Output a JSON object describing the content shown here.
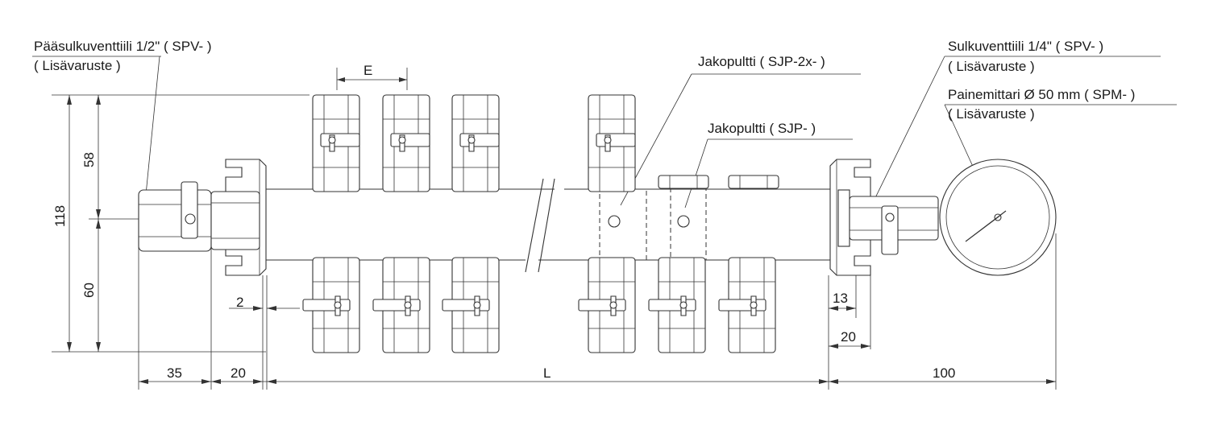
{
  "labels": {
    "main_valve": "Pääsulkuventtiili 1/2\"  ( SPV- )",
    "main_valve_note": "( Lisävaruste )",
    "shutoff_valve": "Sulkuventtiili 1/4\"  ( SPV- )",
    "shutoff_valve_note": "( Lisävaruste )",
    "gauge": "Painemittari Ø 50 mm ( SPM- )",
    "gauge_note": "( Lisävaruste )",
    "jakopultti_2x": "Jakopultti  ( SJP-2x- )",
    "jakopultti": "Jakopultti  ( SJP- )"
  },
  "dimensions": {
    "spacing": "E",
    "height_total": "118",
    "height_upper": "58",
    "height_lower": "60",
    "gap": "2",
    "main_valve_length": "35",
    "flange_left": "20",
    "length": "L",
    "flange_right_inner": "13",
    "flange_right": "20",
    "gauge_length": "100"
  }
}
